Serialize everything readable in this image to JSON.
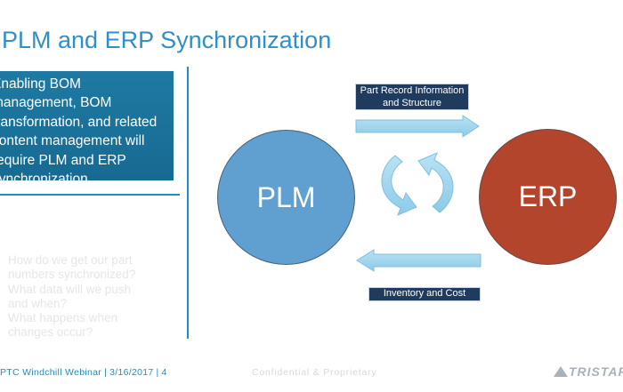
{
  "slide": {
    "title": "PLM and ERP Synchronization",
    "callout_lines": [
      "Enabling BOM",
      "management, BOM",
      "transformation, and related",
      "content management will",
      "require PLM and ERP",
      "synchronization"
    ],
    "faint_lines": [
      "How do we get our part",
      "numbers synchronized?",
      "What data will we push",
      "and when?",
      "What happens when",
      "changes occur?"
    ],
    "diagram": {
      "plm_label": "PLM",
      "erp_label": "ERP",
      "top_label_line1": "Part Record Information",
      "top_label_line2": "and Structure",
      "bottom_label": "Inventory and Cost",
      "colors": {
        "plm": "#5fa0d1",
        "erp": "#b3452d",
        "arrow": "#9fd3ec",
        "label_bg": "#1f3c5e"
      }
    },
    "footer": {
      "webinar": "PTC Windchill Webinar",
      "date": "3/16/2017",
      "page": "4",
      "confidential": "Confidential & Proprietary",
      "logo": "TRISTAR"
    },
    "accent_color": "#2f8fc6"
  }
}
